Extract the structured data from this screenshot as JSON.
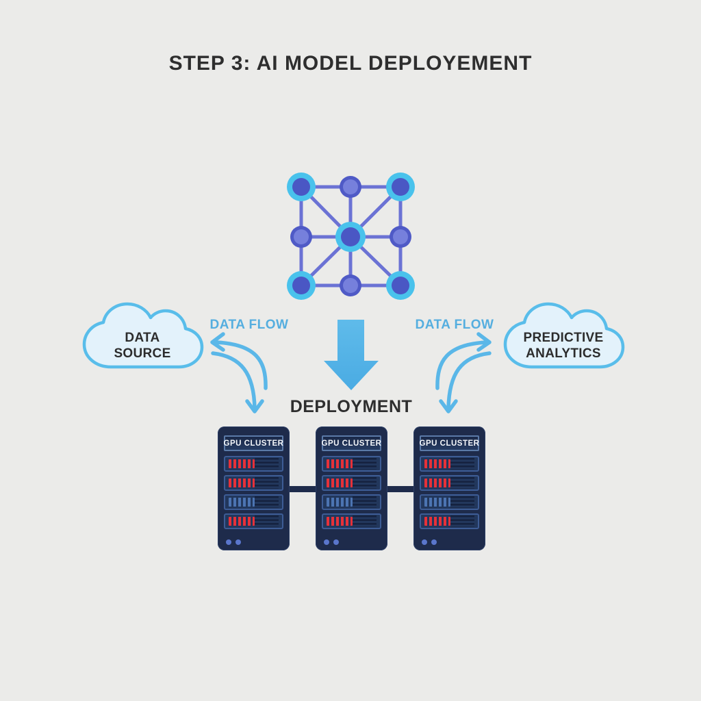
{
  "title": "STEP 3: AI MODEL DEPLOYEMENT",
  "neural_network": {
    "icon": "neural-network-icon",
    "grid": "3x3 nodes, fully connected edges plus diagonals to center"
  },
  "flow": {
    "left_label": "DATA FLOW",
    "right_label": "DATA FLOW"
  },
  "clouds": {
    "left": {
      "line1": "DATA",
      "line2": "SOURCE"
    },
    "right": {
      "line1": "PREDICTIVE",
      "line2": "ANALYTICS"
    }
  },
  "deployment": {
    "label": "DEPLOYMENT",
    "arrow_direction": "down"
  },
  "servers": {
    "items": [
      {
        "label": "GPU CLUSTER"
      },
      {
        "label": "GPU CLUSTER"
      },
      {
        "label": "GPU CLUSTER"
      }
    ],
    "rows_per_server": 4,
    "led_row_colors": [
      "red",
      "red",
      "blue",
      "red"
    ],
    "status_dots_per_server": 2
  },
  "colors": {
    "background": "#ebebe9",
    "title_text": "#2e2e2e",
    "flow_text": "#55aedf",
    "flow_arrow": "#5ab7e8",
    "cloud_fill": "#e3f2fb",
    "cloud_border": "#59bdea",
    "deployment_arrow": "#55b5e7",
    "network_line": "#6b72d4",
    "node_outer_cyan": "#49c2ec",
    "node_inner_dark": "#4a57c4",
    "node_mid_ring": "#4f5ac6",
    "node_mid_fill": "#7680dc",
    "server_body": "#1e2b4b",
    "server_row_border": "#3d5c95",
    "server_label_border": "#5b7aa8",
    "led_red": "#e63139",
    "led_blue": "#4c74b2",
    "status_dot": "#5a76cc"
  }
}
